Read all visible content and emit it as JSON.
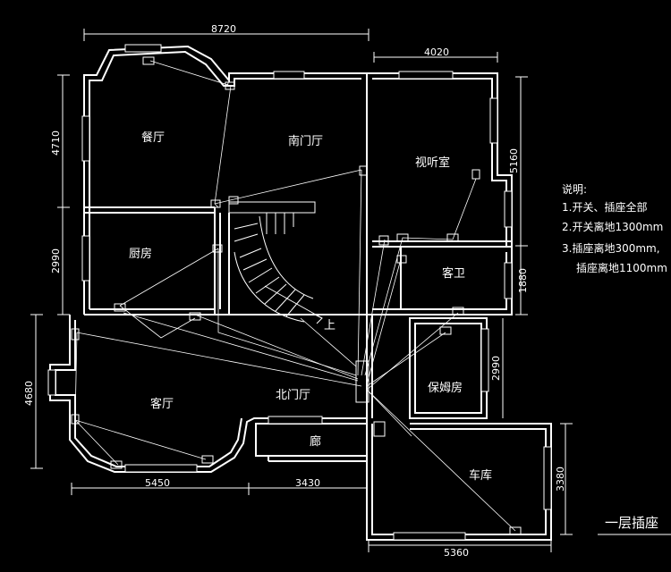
{
  "rooms": {
    "dining": "餐厅",
    "south_hall": "南门厅",
    "av_room": "视听室",
    "kitchen": "厨房",
    "guest_bath": "客卫",
    "nanny_room": "保姆房",
    "living": "客厅",
    "north_hall": "北门厅",
    "corridor": "廊",
    "garage": "车库"
  },
  "labels": {
    "up": "上"
  },
  "dimensions": {
    "top_width": "8720",
    "top_right_width": "4020",
    "left_top_height": "4710",
    "left_mid_height": "2990",
    "left_bottom_height": "4680",
    "right_top_height": "5160",
    "right_mid_height": "1880",
    "right_low_height": "2990",
    "garage_height": "3380",
    "bottom_left_width": "5450",
    "bottom_mid_width": "3430",
    "bottom_right_width": "5360"
  },
  "notes": {
    "heading": "说明:",
    "line1": "1.开关、插座全部",
    "line2": "2.开关离地1300mm",
    "line3": "3.插座离地300mm,",
    "line4": "插座离地1100mm"
  },
  "drawing_title": "一层插座"
}
